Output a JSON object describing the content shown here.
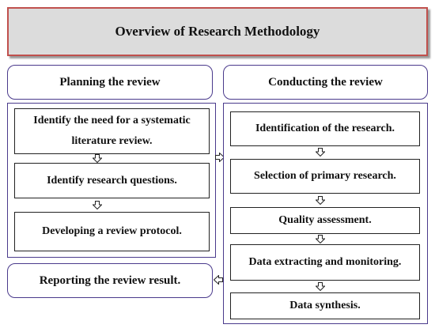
{
  "title": "Overview of Research Methodology",
  "stages": {
    "planning": "Planning the review",
    "conducting": "Conducting the review",
    "reporting": "Reporting the review result."
  },
  "planning_steps": [
    "Identify the need for a systematic literature review.",
    "Identify research questions.",
    "Developing a review protocol."
  ],
  "conducting_steps": [
    "Identification of the research.",
    "Selection of primary research.",
    "Quality assessment.",
    "Data extracting and monitoring.",
    "Data synthesis."
  ],
  "colors": {
    "title_border": "#c0504d",
    "title_fill": "#dcdcdc",
    "frame_border": "#4a3a8c",
    "step_border": "#222222"
  },
  "icons": {
    "down": "hollow-down-arrow-icon",
    "right": "hollow-right-arrow-icon",
    "left": "hollow-left-arrow-icon"
  }
}
